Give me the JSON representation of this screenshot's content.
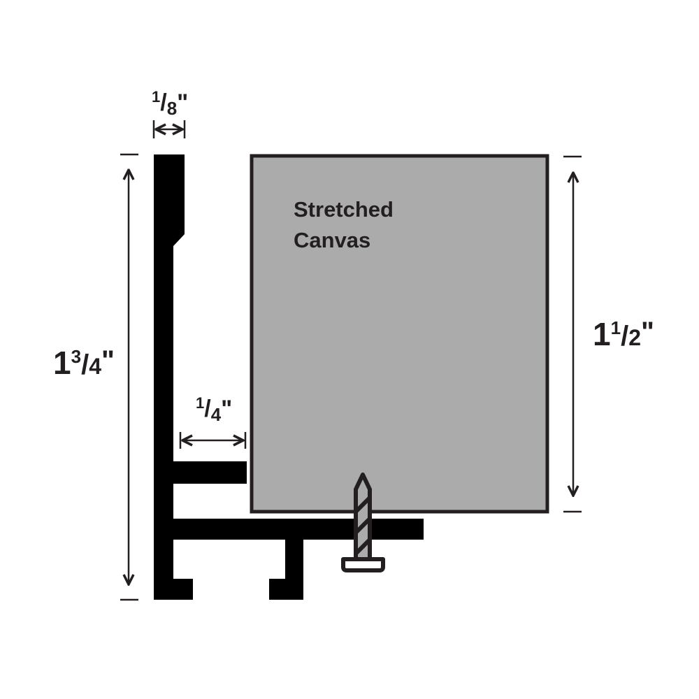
{
  "colors": {
    "profile": "#000000",
    "canvas_fill": "#ababab",
    "outline": "#231f20",
    "background": "#ffffff"
  },
  "canvas_label": {
    "line1": "Stretched",
    "line2": "Canvas"
  },
  "dimensions": {
    "frame_thickness": {
      "num": "1",
      "slash": "/",
      "den": "8",
      "unit": "\""
    },
    "frame_height": {
      "whole": "1",
      "num": "3",
      "slash": "/",
      "den": "4",
      "unit": "\""
    },
    "canvas_gap": {
      "num": "1",
      "slash": "/",
      "den": "4",
      "unit": "\""
    },
    "canvas_depth": {
      "whole": "1",
      "num": "1",
      "slash": "/",
      "den": "2",
      "unit": "\""
    }
  },
  "icons": {
    "screw": "screw-icon"
  }
}
